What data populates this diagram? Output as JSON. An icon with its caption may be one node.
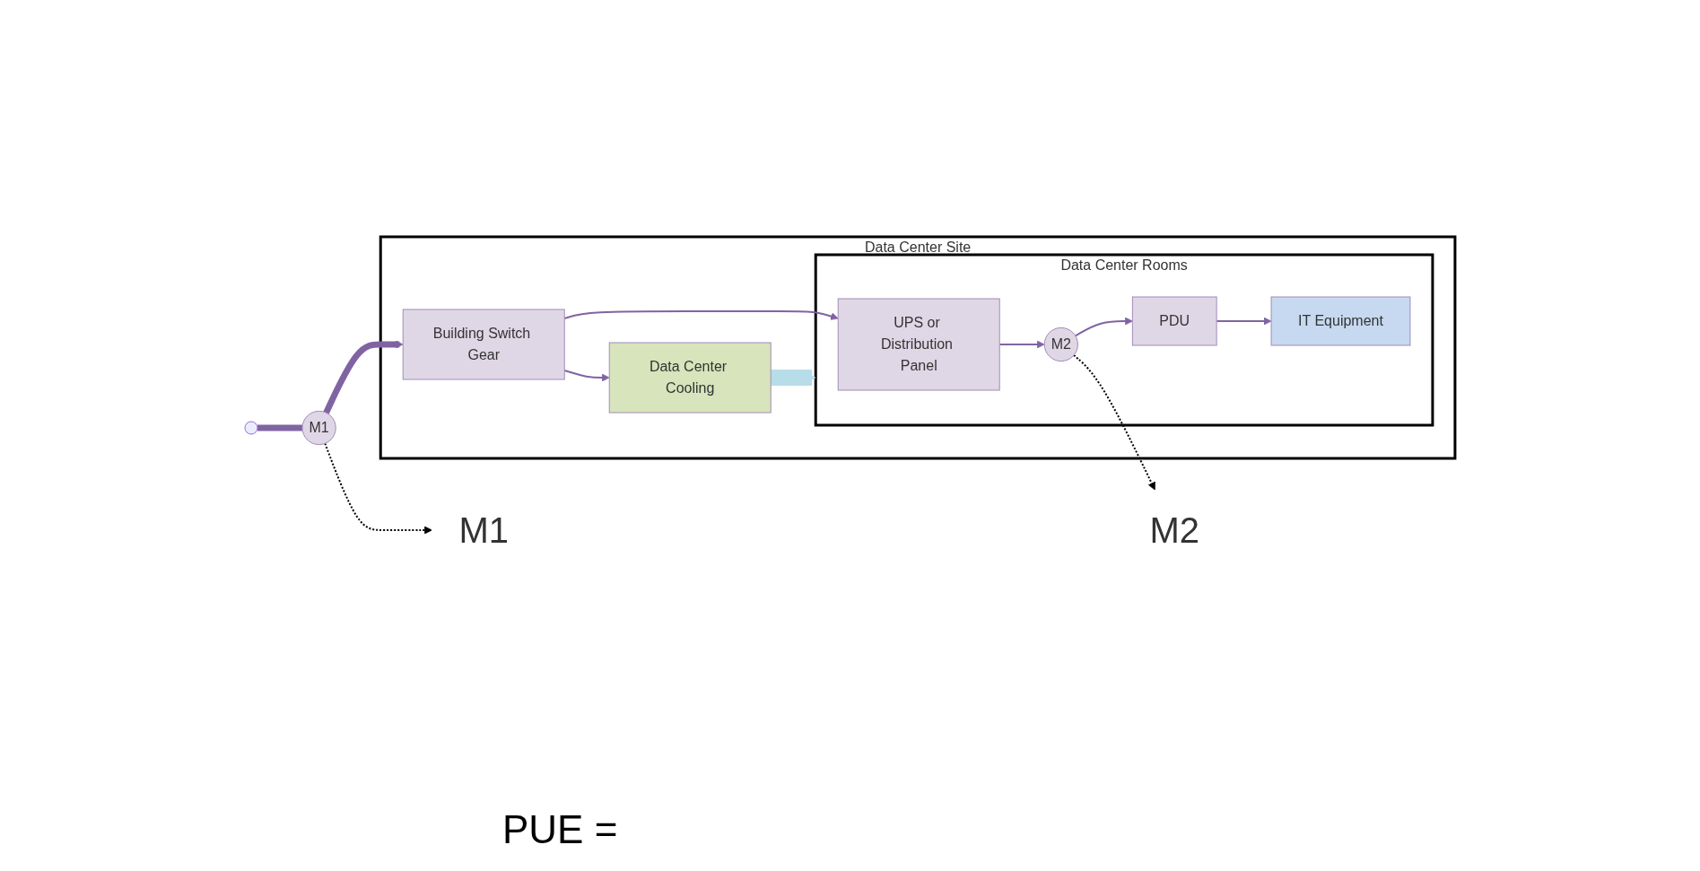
{
  "diagram": {
    "nodes": [
      {
        "text": [
          "M1"
        ]
      },
      {
        "text": [
          "Data Center Site"
        ]
      },
      {
        "text": [
          "Building Switch Gear"
        ],
        "in": 1
      },
      {
        "text": [
          "Data Center Cooling"
        ],
        "in": 1
      },
      {
        "text": [
          "Data Center Rooms"
        ],
        "in": 1
      },
      {
        "text": [
          "UPS or Distribution Panel"
        ],
        "in": 4
      },
      {
        "text": [
          "M2"
        ],
        "in": 4
      },
      {
        "text": [
          "PDU"
        ],
        "in": 4
      },
      {
        "text": [
          "IT Equipment"
        ],
        "in": 4
      },
      {
        "text": [
          "M1"
        ]
      },
      {
        "text": [
          "M2"
        ]
      }
    ],
    "edges": [
      {
        "from": null,
        "to": 0,
        "arrow": "none",
        "style": "thick"
      },
      {
        "from": 0,
        "to": 2,
        "arrow": "to",
        "style": "thick"
      },
      {
        "from": 2,
        "to": 3,
        "arrow": "to"
      },
      {
        "from": 3,
        "to": 4,
        "arrow": "to",
        "style": "thick",
        "color": "#b7dde8"
      },
      {
        "from": 2,
        "to": 5,
        "arrow": "to"
      },
      {
        "from": 5,
        "to": 6,
        "arrow": "to"
      },
      {
        "from": 6,
        "to": 7,
        "arrow": "to"
      },
      {
        "from": 7,
        "to": 8,
        "arrow": "to"
      },
      {
        "from": 0,
        "to": 9,
        "arrow": "to",
        "style": "dashed",
        "color": "#000000"
      },
      {
        "from": 6,
        "to": 10,
        "arrow": "to",
        "style": "dashed",
        "color": "#000000"
      }
    ],
    "labels": [
      "PUE ="
    ]
  }
}
